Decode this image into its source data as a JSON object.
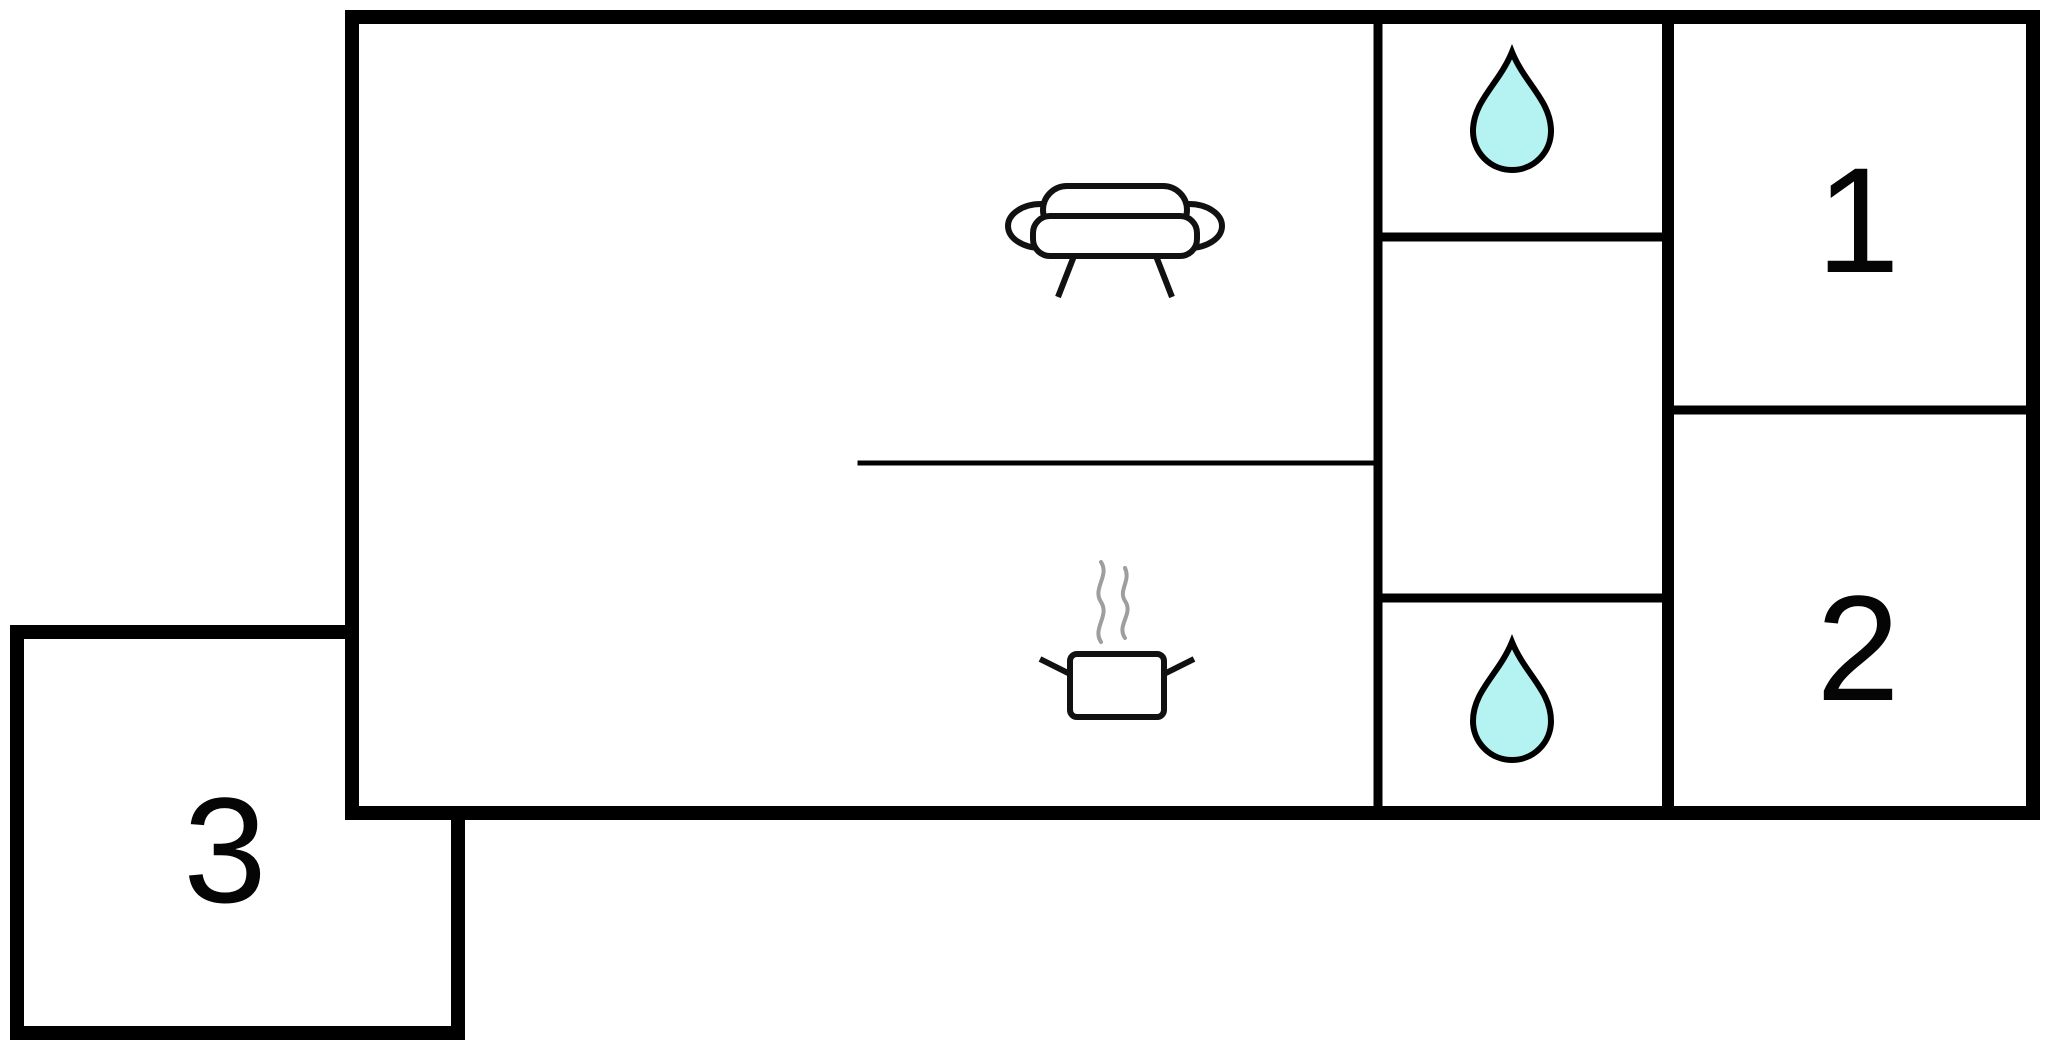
{
  "floorplan": {
    "type": "apartment-floor-plan",
    "rooms": [
      {
        "id": "living-room",
        "label": "",
        "icon": "sofa-icon"
      },
      {
        "id": "kitchen",
        "label": "",
        "icon": "cooking-pot-icon"
      },
      {
        "id": "bathroom-top",
        "label": "",
        "icon": "water-drop-icon"
      },
      {
        "id": "bathroom-bottom",
        "label": "",
        "icon": "water-drop-icon"
      },
      {
        "id": "room-1",
        "label": "1"
      },
      {
        "id": "room-2",
        "label": "2"
      },
      {
        "id": "room-3",
        "label": "3"
      }
    ],
    "colors": {
      "wall": "#000000",
      "background": "#ffffff",
      "water_drop": "#b5f2f2",
      "steam": "#9e9e9e",
      "icon_stroke": "#111111"
    }
  }
}
